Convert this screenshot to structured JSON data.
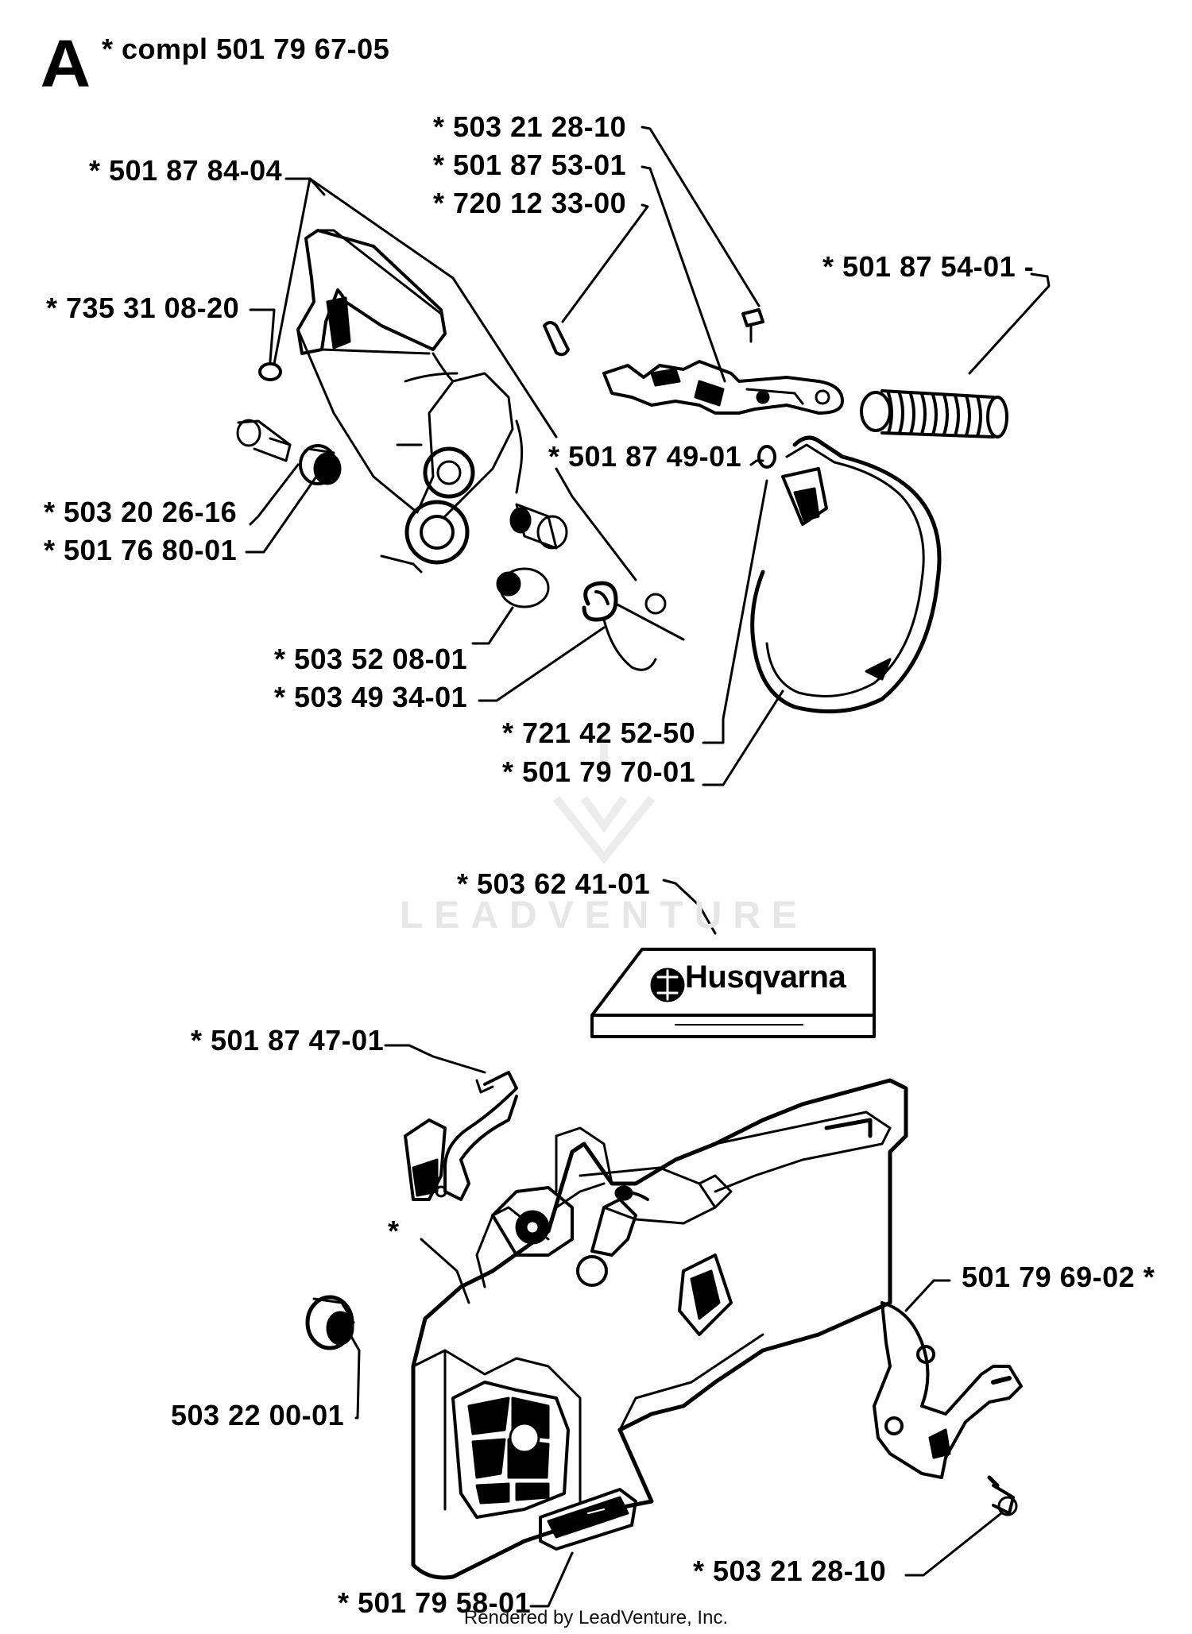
{
  "section": {
    "letter": "A",
    "title": "* compl 501 79 67-05"
  },
  "labels": {
    "p503_21_28_10_top": "* 503 21 28-10",
    "p501_87_53_01": "* 501 87 53-01",
    "p720_12_33_00": "* 720 12 33-00",
    "p501_87_84_04": "* 501 87 84-04",
    "p501_87_54_01": "* 501 87 54-01 -",
    "p735_31_08_20": "* 735 31 08-20",
    "p501_87_49_01": "* 501 87 49-01",
    "p503_20_26_16": "* 503 20 26-16",
    "p501_76_80_01": "* 501 76 80-01",
    "p503_52_08_01": "* 503 52 08-01",
    "p503_49_34_01": "* 503 49 34-01",
    "p721_42_52_50": "* 721 42 52-50",
    "p501_79_70_01": "* 501 79 70-01",
    "p503_62_41_01": "* 503 62 41-01",
    "p501_87_47_01": "* 501 87 47-01",
    "star_only": "*",
    "p501_79_69_02": "501 79 69-02 *",
    "p503_22_00_01": "503 22 00-01",
    "p503_21_28_10_bottom": "* 503 21 28-10",
    "p501_79_58_01": "* 501 79 58-01"
  },
  "decal": {
    "brand": "Husqvarna"
  },
  "watermark": "LEADVENTURE",
  "footer": "Rendered by LeadVenture, Inc."
}
